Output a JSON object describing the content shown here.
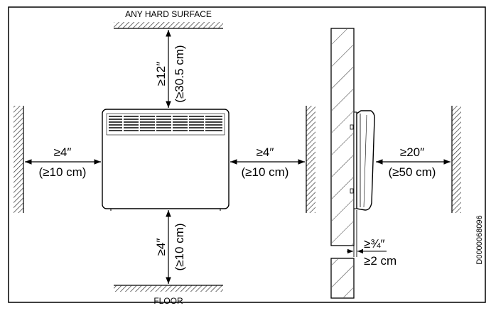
{
  "diagram": {
    "top_surface_label": "ANY HARD SURFACE",
    "floor_label": "FLOOR",
    "top_clearance": {
      "imperial": "≥12″",
      "metric": "(≥30.5 cm)"
    },
    "left_clearance": {
      "imperial": "≥4″",
      "metric": "(≥10 cm)"
    },
    "right_clearance": {
      "imperial": "≥4″",
      "metric": "(≥10 cm)"
    },
    "bottom_clearance": {
      "imperial": "≥4″",
      "metric": "(≥10 cm)"
    },
    "front_clearance": {
      "imperial": "≥20″",
      "metric": "(≥50 cm)"
    },
    "wall_gap": {
      "imperial": "≥¾″",
      "metric": "≥2 cm"
    },
    "document_id": "D0000068096"
  }
}
